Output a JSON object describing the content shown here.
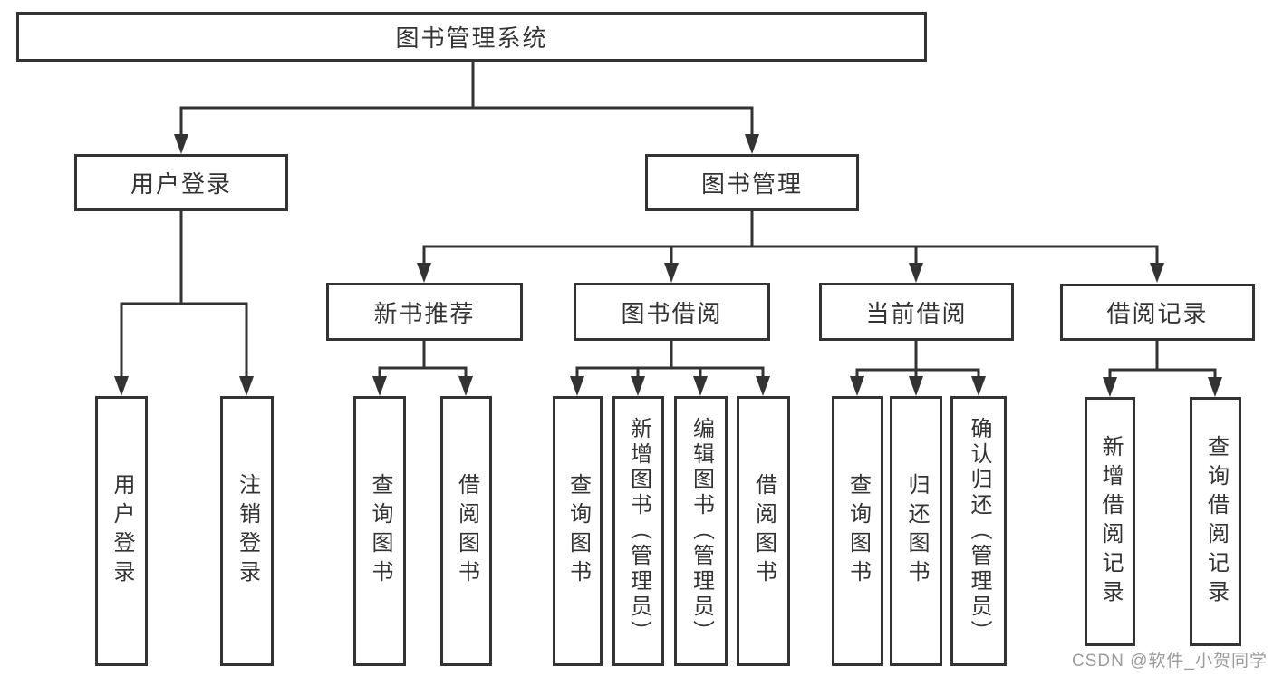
{
  "tree": {
    "root": {
      "label": "图书管理系统",
      "children": [
        {
          "label": "用户登录",
          "children": [
            {
              "label": "用户登录"
            },
            {
              "label": "注销登录"
            }
          ]
        },
        {
          "label": "图书管理",
          "children": [
            {
              "label": "新书推荐",
              "children": [
                {
                  "label": "查询图书"
                },
                {
                  "label": "借阅图书"
                }
              ]
            },
            {
              "label": "图书借阅",
              "children": [
                {
                  "label": "查询图书"
                },
                {
                  "label": "新增图书（管理员）"
                },
                {
                  "label": "编辑图书（管理员）"
                },
                {
                  "label": "借阅图书"
                }
              ]
            },
            {
              "label": "当前借阅",
              "children": [
                {
                  "label": "查询图书"
                },
                {
                  "label": "归还图书"
                },
                {
                  "label": "确认归还（管理员）"
                }
              ]
            },
            {
              "label": "借阅记录",
              "children": [
                {
                  "label": "新增借阅记录"
                },
                {
                  "label": "查询借阅记录"
                }
              ]
            }
          ]
        }
      ]
    }
  },
  "watermark": {
    "text": "CSDN @软件_小贺同学",
    "color": "#9c9c9c"
  },
  "colors": {
    "background": "#ffffff",
    "box_border": "#333333",
    "connector_line": "#333333",
    "text": "#333333"
  }
}
